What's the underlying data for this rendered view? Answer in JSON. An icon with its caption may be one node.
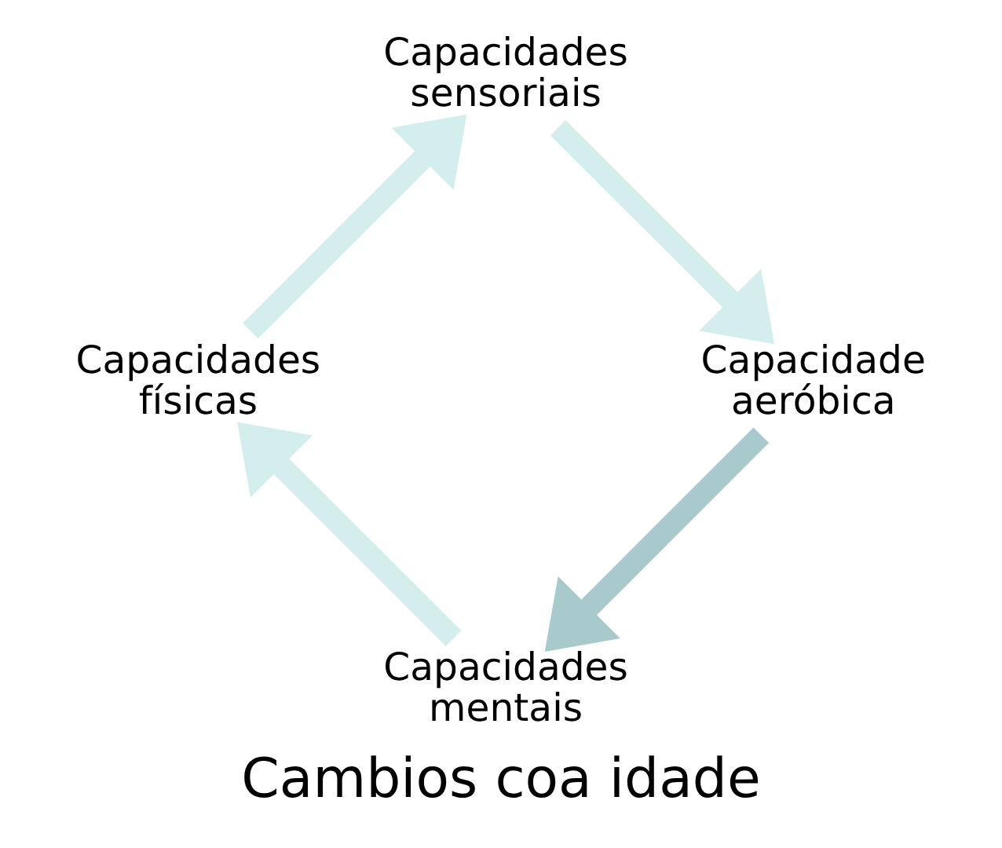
{
  "diagram": {
    "title": "Cambios coa idade",
    "nodes": [
      {
        "text": [
          "Capacidades mentais"
        ]
      },
      {
        "text": [
          "Capacidades físicas"
        ]
      },
      {
        "text": [
          "Capacidades sensoriais"
        ]
      },
      {
        "text": [
          "Capacidade aeróbica"
        ]
      }
    ],
    "edges": [
      {
        "from": 0,
        "to": 1,
        "arrow": "to"
      },
      {
        "from": 1,
        "to": 2,
        "arrow": "to"
      },
      {
        "from": 2,
        "to": 3,
        "arrow": "to"
      },
      {
        "from": 3,
        "to": 0,
        "arrow": "to",
        "color": "#a9cacc"
      }
    ]
  }
}
